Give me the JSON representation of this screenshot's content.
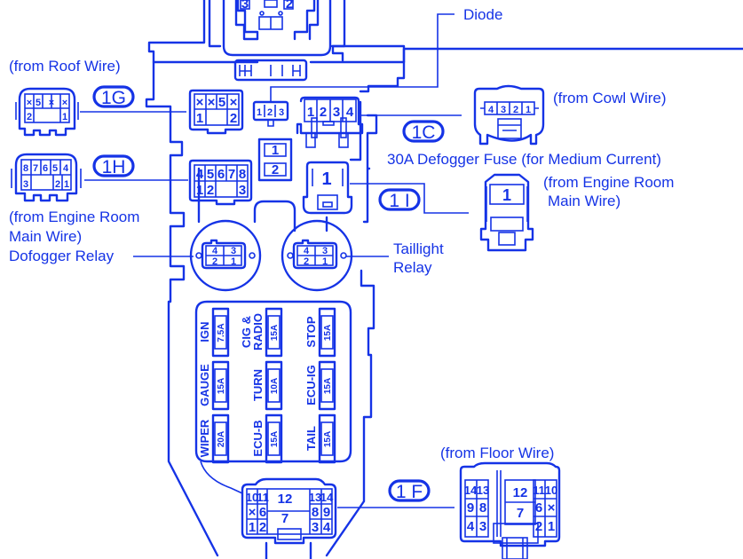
{
  "diagram": {
    "line_color": "#1533e6",
    "background": "#ffffff",
    "labels": {
      "diode": "Diode",
      "from_roof_wire": "(from Roof Wire)",
      "from_cowl_wire": "(from Cowl Wire)",
      "defogger_fuse": "30A Defogger Fuse (for Medium Current)",
      "from_engine_room_1": "(from Engine Room",
      "from_engine_room_2": "Main Wire)",
      "from_engine_room_left_1": "(from Engine Room",
      "from_engine_room_left_2": "Main Wire)",
      "defogger_relay": "Dofogger Relay",
      "taillight_relay_1": "Taillight",
      "taillight_relay_2": "Relay",
      "from_floor_wire": "(from Floor Wire)"
    },
    "connector_codes": {
      "1G": "1G",
      "1H": "1H",
      "1C": "1C",
      "1I": "1 I",
      "1F": "1 F"
    },
    "connectors": {
      "top": {
        "pins": [
          "3",
          "2"
        ]
      },
      "1G_harness": {
        "row1": [
          "×",
          "5",
          "×",
          "×"
        ],
        "row2": [
          "2",
          "1"
        ]
      },
      "1G_block": {
        "row1": [
          "×",
          "×",
          "5",
          "×"
        ],
        "row2": [
          "1",
          "2"
        ]
      },
      "1H_harness": {
        "row1": [
          "8",
          "7",
          "6",
          "5",
          "4"
        ],
        "row2": [
          "3",
          "2",
          "1"
        ]
      },
      "1H_block": {
        "row1": [
          "4",
          "5",
          "6",
          "7",
          "8"
        ],
        "row2": [
          "1",
          "2",
          "3"
        ]
      },
      "diode": {
        "pins": [
          "1",
          "2",
          "3"
        ]
      },
      "1C_block": {
        "pins": [
          "1",
          "2",
          "3",
          "4"
        ]
      },
      "1C_harness": {
        "pins": [
          "4",
          "3",
          "2",
          "1"
        ]
      },
      "small_block": {
        "pins": [
          "1",
          "2"
        ]
      },
      "1I_block": {
        "pins": [
          "1"
        ]
      },
      "1I_harness": {
        "pins": [
          "1"
        ]
      },
      "defogger_relay": {
        "pins": [
          "4",
          "3",
          "2",
          "1"
        ]
      },
      "taillight_relay": {
        "pins": [
          "4",
          "3",
          "2",
          "1"
        ]
      },
      "1F_block": {
        "col_left": [
          "10",
          "×",
          "1"
        ],
        "col_left2": [
          "11",
          "6",
          "2"
        ],
        "center": [
          "12",
          "7"
        ],
        "col_right1": [
          "13",
          "8",
          "3"
        ],
        "col_right2": [
          "14",
          "9",
          "4"
        ]
      },
      "1F_harness": {
        "col_left": [
          "14",
          "9",
          "4"
        ],
        "col_left2": [
          "13",
          "8",
          "3"
        ],
        "center": [
          "12",
          "7"
        ],
        "col_right1": [
          "11",
          "6",
          "2"
        ],
        "col_right2": [
          "10",
          "×",
          "1"
        ]
      }
    },
    "fuses": [
      {
        "name": "IGN",
        "amp": "7.5A"
      },
      {
        "name": "CIG &",
        "name2": "RADIO",
        "amp": "15A"
      },
      {
        "name": "STOP",
        "amp": "15A"
      },
      {
        "name": "GAUGE",
        "amp": "15A"
      },
      {
        "name": "TURN",
        "amp": "10A"
      },
      {
        "name": "ECU-IG",
        "amp": "15A"
      },
      {
        "name": "WIPER",
        "amp": "20A"
      },
      {
        "name": "ECU-B",
        "amp": "15A"
      },
      {
        "name": "TAIL",
        "amp": "15A"
      }
    ]
  }
}
